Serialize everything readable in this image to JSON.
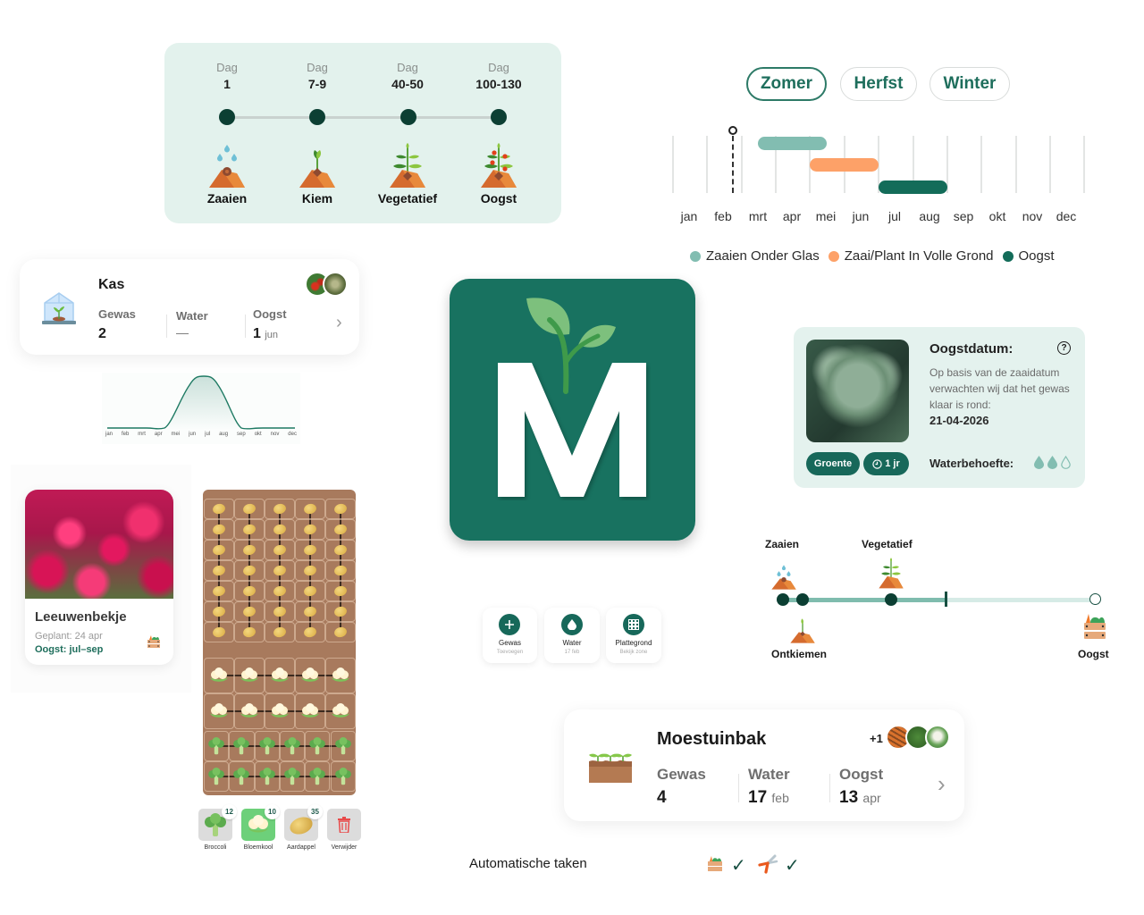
{
  "growth_stages": {
    "day_prefix": "Dag",
    "stages": [
      {
        "day": "1",
        "label": "Zaaien",
        "icon": "seed-watering-icon"
      },
      {
        "day": "7-9",
        "label": "Kiem",
        "icon": "sprout-icon"
      },
      {
        "day": "40-50",
        "label": "Vegetatief",
        "icon": "leafy-plant-icon"
      },
      {
        "day": "100-130",
        "label": "Oogst",
        "icon": "fruiting-plant-icon"
      }
    ]
  },
  "season_chart": {
    "season_tabs": [
      {
        "label": "Zomer",
        "active": true
      },
      {
        "label": "Herfst",
        "active": false
      },
      {
        "label": "Winter",
        "active": false
      }
    ],
    "months": [
      "jan",
      "feb",
      "mrt",
      "apr",
      "mei",
      "jun",
      "jul",
      "aug",
      "sep",
      "okt",
      "nov",
      "dec"
    ],
    "legend": [
      {
        "label": "Zaaien Onder Glas",
        "color": "#82bdb1"
      },
      {
        "label": "Zaai/Plant In Volle Grond",
        "color": "#fda168"
      },
      {
        "label": "Oogst",
        "color": "#136c59"
      }
    ]
  },
  "chart_data": [
    {
      "type": "bar",
      "title": "Zaai- en oogstkalender",
      "categories": [
        "jan",
        "feb",
        "mrt",
        "apr",
        "mei",
        "jun",
        "jul",
        "aug",
        "sep",
        "okt",
        "nov",
        "dec"
      ],
      "series": [
        {
          "name": "Zaaien Onder Glas",
          "start": "mrt (mid)",
          "end": "mei (begin)",
          "start_month": 2.5,
          "end_month": 4.5,
          "color": "#82bdb1"
        },
        {
          "name": "Zaai/Plant In Volle Grond",
          "start": "apr (eind)",
          "end": "jun (eind)",
          "start_month": 4.0,
          "end_month": 6.0,
          "color": "#fda168"
        },
        {
          "name": "Oogst",
          "start": "jul",
          "end": "aug (eind)",
          "start_month": 6.0,
          "end_month": 8.0,
          "color": "#136c59"
        }
      ],
      "today_marker_month": 1.75,
      "legend_position": "bottom",
      "grid": true
    },
    {
      "type": "area",
      "title": "",
      "categories": [
        "jan",
        "feb",
        "mrt",
        "apr",
        "mei",
        "jun",
        "jul",
        "aug",
        "sep",
        "okt",
        "nov",
        "dec"
      ],
      "values": [
        0.05,
        0.05,
        0.05,
        0.0,
        0.45,
        0.95,
        0.95,
        0.5,
        0.0,
        0.05,
        0.05,
        0.05
      ],
      "xlabel": "",
      "ylabel": "",
      "grid": false
    }
  ],
  "kas_card": {
    "title": "Kas",
    "icon": "greenhouse-icon",
    "stats": [
      {
        "label": "Gewas",
        "value": "2",
        "unit": ""
      },
      {
        "label": "Water",
        "value": "—",
        "unit": ""
      },
      {
        "label": "Oogst",
        "value": "1",
        "unit": "jun"
      }
    ]
  },
  "plant_card": {
    "name": "Leeuwenbekje",
    "planted": "Geplant: 24 apr",
    "harvest": "Oogst: jul–sep"
  },
  "garden_bed": {
    "crops": [
      {
        "name": "Broccoli",
        "count": "12",
        "selected": false
      },
      {
        "name": "Bloemkool",
        "count": "10",
        "selected": true
      },
      {
        "name": "Aardappel",
        "count": "35",
        "selected": false
      },
      {
        "name": "Verwijder",
        "count": "",
        "selected": false
      }
    ]
  },
  "logo": {
    "letter": "M"
  },
  "quick_actions": [
    {
      "title": "Gewas",
      "subtitle": "Toevoegen",
      "icon": "plus-icon"
    },
    {
      "title": "Water",
      "subtitle": "17 feb",
      "icon": "water-drop-icon"
    },
    {
      "title": "Plattegrond",
      "subtitle": "Bekijk zone",
      "icon": "grid-map-icon"
    }
  ],
  "harvest_info": {
    "title": "Oogstdatum:",
    "description": "Op basis van de zaaidatum verwachten wij dat het gewas klaar is rond:",
    "date": "21-04-2026",
    "tag_category": "Groente",
    "tag_duration": "1 jr",
    "water_label": "Waterbehoefte:",
    "water_level": 2,
    "water_max": 3
  },
  "progress_timeline": {
    "stages_top": [
      "Zaaien",
      "Vegetatief"
    ],
    "stages_bottom": [
      "Ontkiemen",
      "Oogst"
    ]
  },
  "moestuinbak_card": {
    "title": "Moestuinbak",
    "extra_count": "+1",
    "stats": [
      {
        "label": "Gewas",
        "value": "4",
        "unit": ""
      },
      {
        "label": "Water",
        "value": "17",
        "unit": "feb"
      },
      {
        "label": "Oogst",
        "value": "13",
        "unit": "apr"
      }
    ]
  },
  "auto_tasks": {
    "label": "Automatische taken",
    "tasks": [
      {
        "icon": "harvest-crate-icon",
        "done": true
      },
      {
        "icon": "pruning-shears-icon",
        "done": true
      }
    ],
    "check_glyph": "✓"
  }
}
